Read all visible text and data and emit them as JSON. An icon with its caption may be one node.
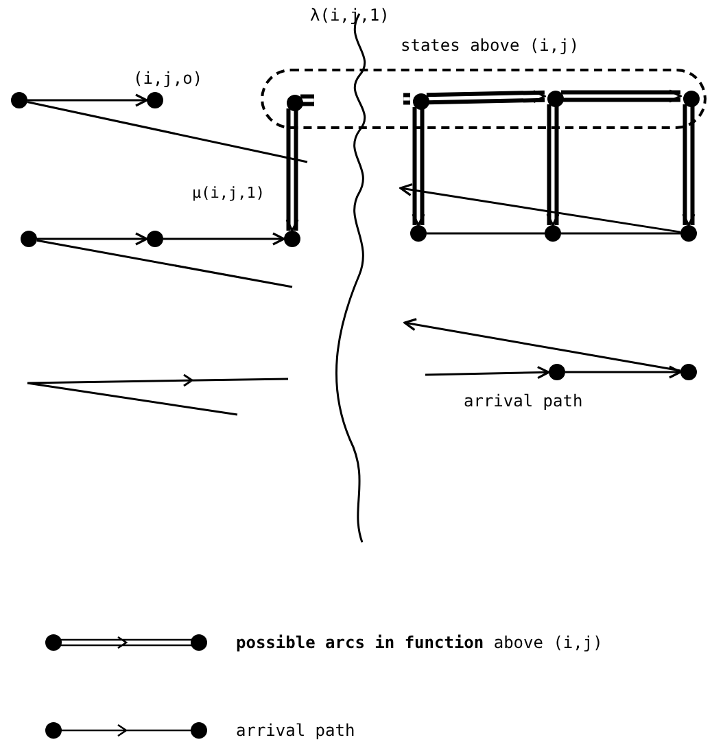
{
  "diagram": {
    "nodes": [
      {
        "text": [
          "states above (i,j)"
        ]
      },
      {
        "text": [],
        "shape": "circle"
      },
      {
        "text": [],
        "shape": "circle",
        "beside": [
          "(i,j,o)"
        ]
      },
      {
        "text": [],
        "shape": "circle",
        "in": 0
      },
      {
        "text": [],
        "shape": "circle"
      },
      {
        "text": [],
        "shape": "circle"
      },
      {
        "text": [],
        "shape": "circle"
      },
      {
        "text": [],
        "shape": "circle",
        "in": 0
      },
      {
        "text": [],
        "shape": "circle",
        "in": 0
      },
      {
        "text": [],
        "shape": "circle",
        "in": 0
      },
      {
        "text": [],
        "shape": "circle"
      },
      {
        "text": [],
        "shape": "circle"
      },
      {
        "text": [],
        "shape": "circle"
      },
      {
        "text": [],
        "shape": "circle"
      },
      {
        "text": [],
        "shape": "circle"
      }
    ],
    "edges": [
      {
        "from": 1,
        "to": 2,
        "arrow": "to"
      },
      {
        "from": 1,
        "to": null,
        "arrow": "none"
      },
      {
        "from": 3,
        "to": null,
        "arrow": "none",
        "style": "thick"
      },
      {
        "from": 3,
        "to": 6,
        "arrow": "to",
        "style": "thick",
        "label": "μ(i,j,1)"
      },
      {
        "from": 4,
        "to": 5,
        "arrow": "to"
      },
      {
        "from": 5,
        "to": 6,
        "arrow": "to"
      },
      {
        "from": 4,
        "to": null,
        "arrow": "none"
      },
      {
        "from": null,
        "to": 7,
        "arrow": "none",
        "style": "thick"
      },
      {
        "from": 7,
        "to": 8,
        "arrow": "to",
        "style": "thick"
      },
      {
        "from": 8,
        "to": 9,
        "arrow": "to",
        "style": "thick"
      },
      {
        "from": 7,
        "to": 10,
        "arrow": "to",
        "style": "thick"
      },
      {
        "from": 8,
        "to": 11,
        "arrow": "to",
        "style": "thick"
      },
      {
        "from": 9,
        "to": 12,
        "arrow": "to",
        "style": "thick"
      },
      {
        "from": 10,
        "to": 11,
        "arrow": "none"
      },
      {
        "from": 11,
        "to": 12,
        "arrow": "none"
      },
      {
        "from": 12,
        "to": null,
        "arrow": "to"
      },
      {
        "from": 14,
        "to": null,
        "arrow": "to"
      },
      {
        "from": null,
        "to": 13,
        "arrow": "to"
      },
      {
        "from": 13,
        "to": 14,
        "arrow": "to"
      }
    ],
    "labels": [
      "λ(i,j,1)",
      "arrival path"
    ],
    "legend": [
      {
        "text": "**possible arcs in function** above (i,j)"
      },
      {
        "text": "arrival path"
      }
    ]
  }
}
